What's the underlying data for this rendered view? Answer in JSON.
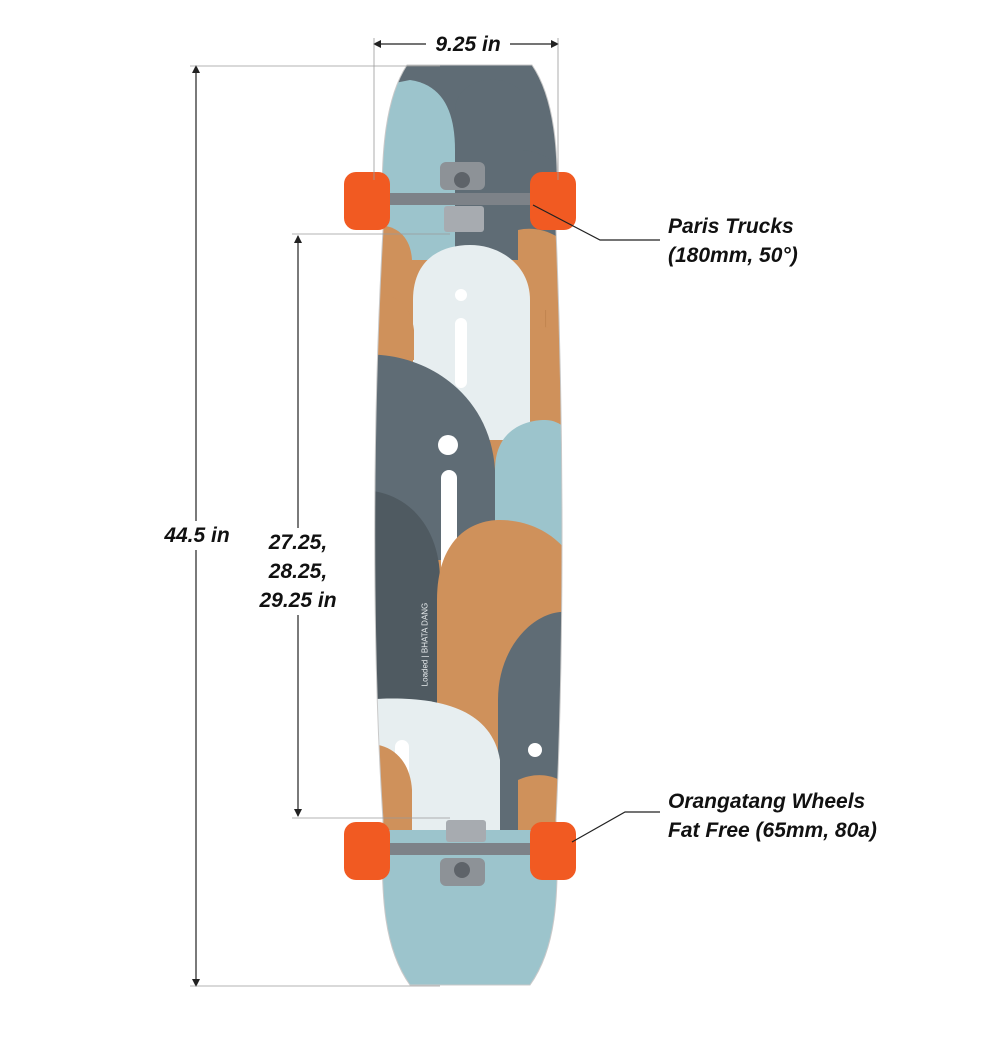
{
  "dimensions": {
    "width": "9.25 in",
    "length": "44.5 in",
    "wheelbase": [
      "27.25,",
      "28.25,",
      "29.25 in"
    ]
  },
  "callouts": {
    "trucks": [
      "Paris Trucks",
      "(180mm, 50°)"
    ],
    "wheels": [
      "Orangatang Wheels",
      "Fat Free (65mm, 80a)"
    ]
  },
  "deck_print": "Loaded | BHATA DANG",
  "colors": {
    "slate": "#5f6c75",
    "dark_slate": "#4f5a61",
    "light_blue": "#9cc4cc",
    "pale": "#e7eef0",
    "bamboo": "#cf915b",
    "wheel_orange": "#f15a22",
    "truck_metal": "#7d8288"
  }
}
